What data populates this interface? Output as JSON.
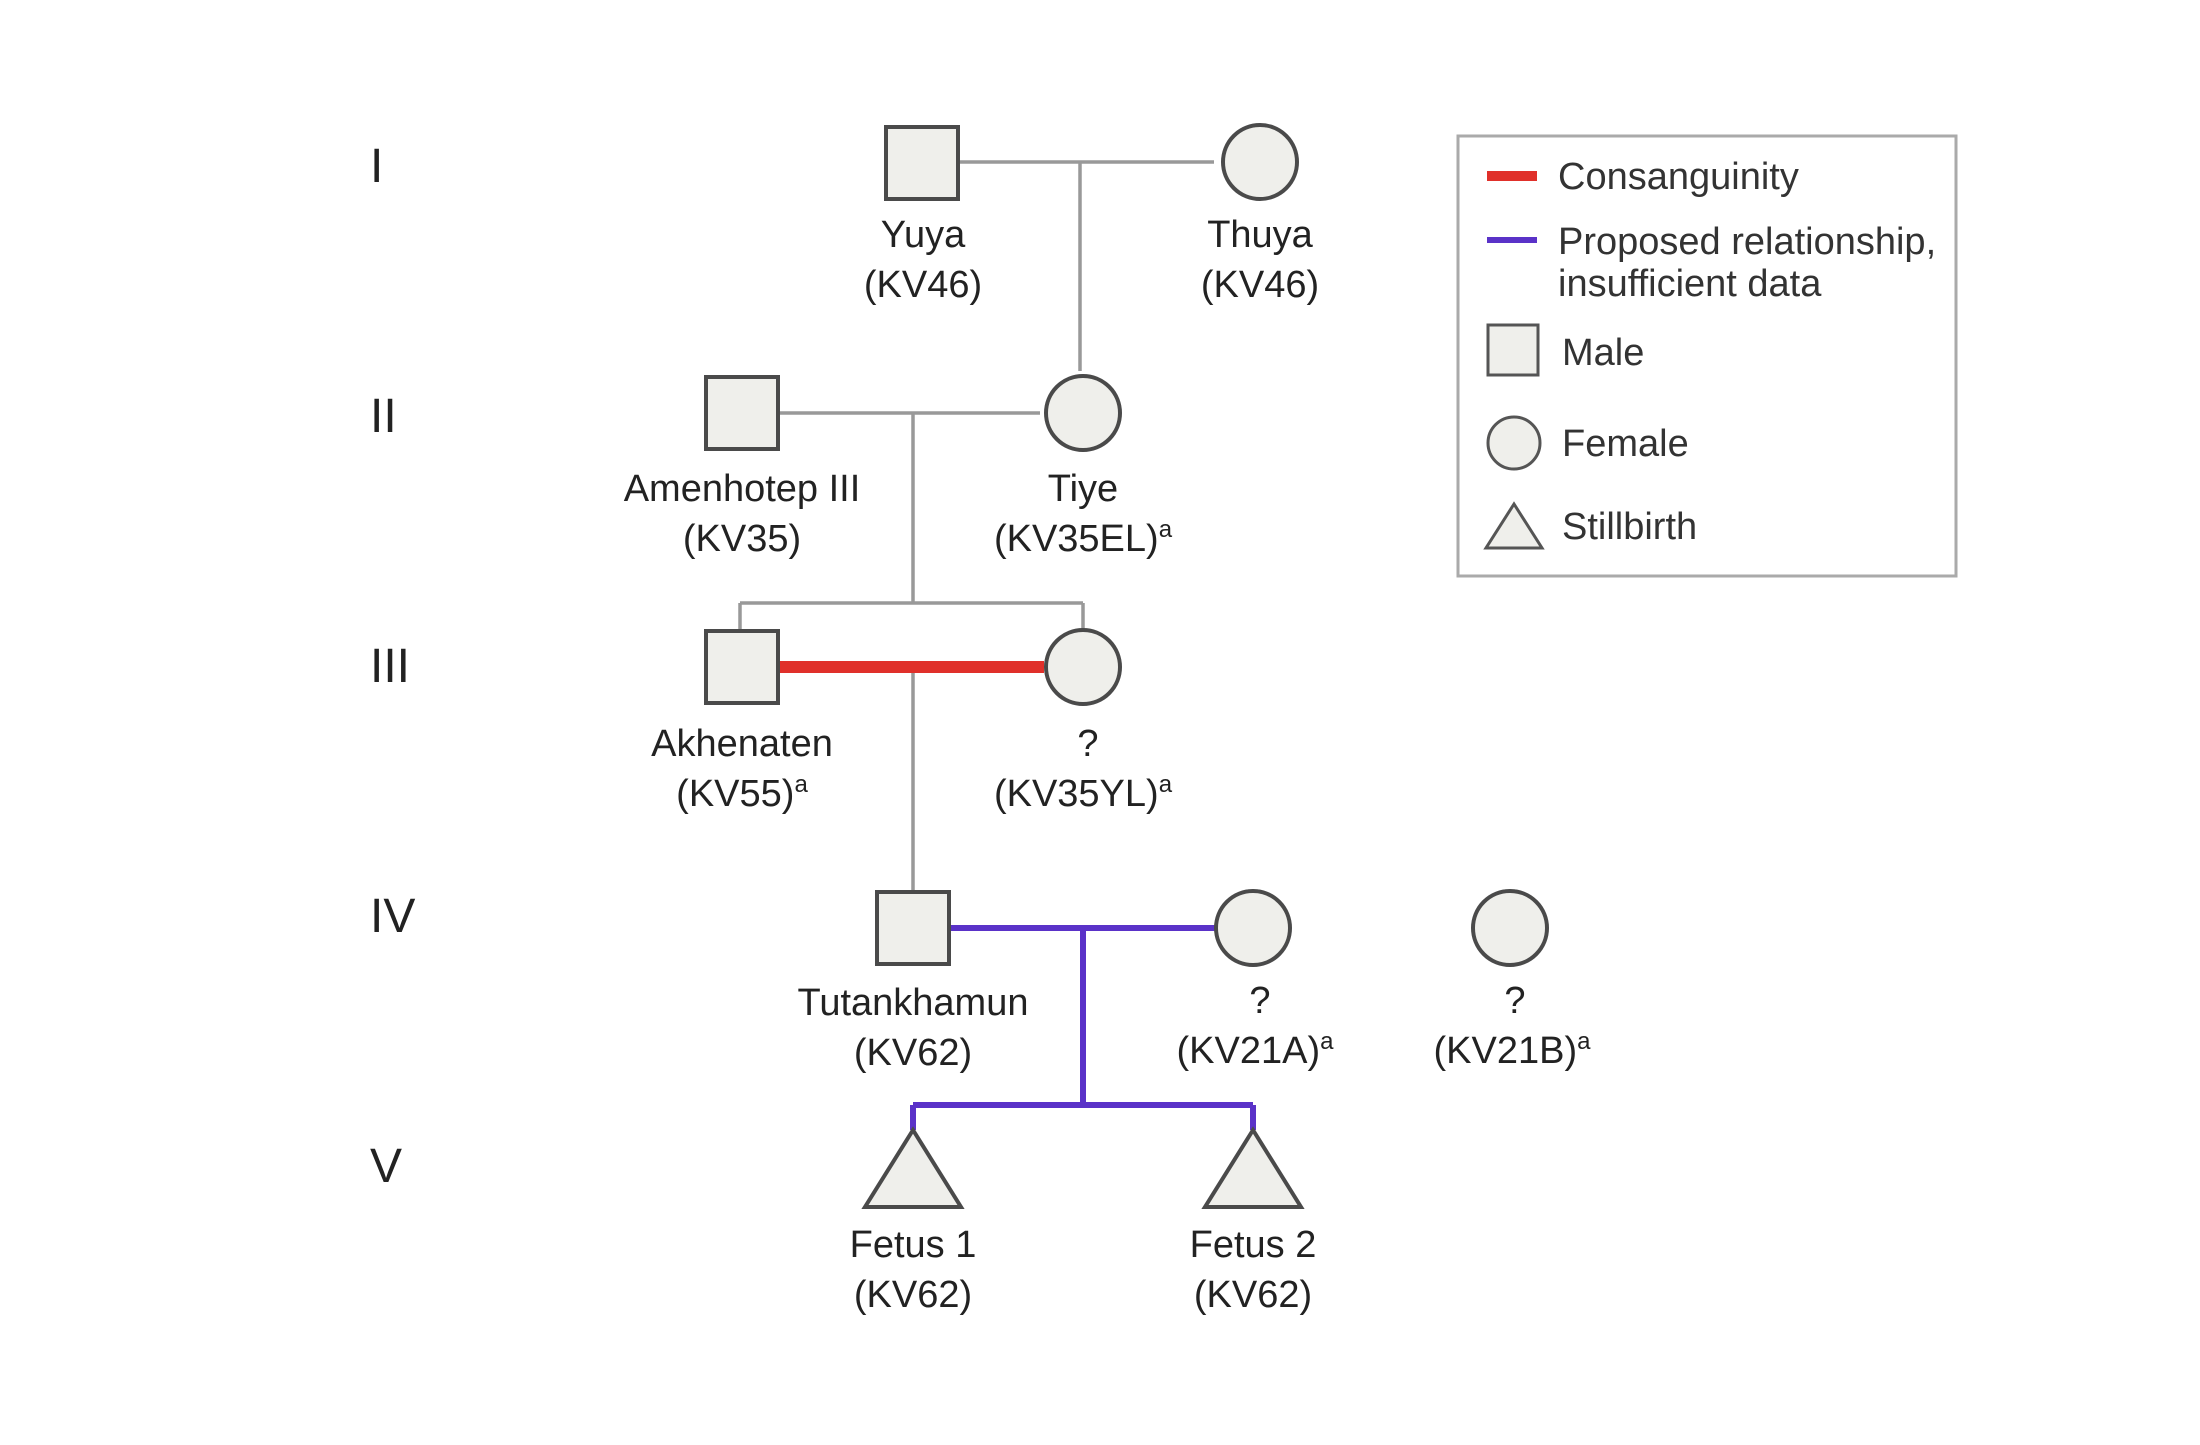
{
  "generations": [
    "I",
    "II",
    "III",
    "IV",
    "V"
  ],
  "individuals": {
    "yuya": {
      "name": "Yuya",
      "tomb": "(KV46)",
      "sup": ""
    },
    "thuya": {
      "name": "Thuya",
      "tomb": "(KV46)",
      "sup": ""
    },
    "amenhotep": {
      "name": "Amenhotep III",
      "tomb": "(KV35)",
      "sup": ""
    },
    "tiye": {
      "name": "Tiye",
      "tomb": "(KV35EL)",
      "sup": "a"
    },
    "akhenaten": {
      "name": "Akhenaten",
      "tomb": "(KV55)",
      "sup": "a"
    },
    "kv35yl": {
      "name": "?",
      "tomb": "(KV35YL)",
      "sup": "a"
    },
    "tutankhamun": {
      "name": "Tutankhamun",
      "tomb": "(KV62)",
      "sup": ""
    },
    "kv21a": {
      "name": "?",
      "tomb": "(KV21A)",
      "sup": "a"
    },
    "kv21b": {
      "name": "?",
      "tomb": "(KV21B)",
      "sup": "a"
    },
    "fetus1": {
      "name": "Fetus 1",
      "tomb": "(KV62)",
      "sup": ""
    },
    "fetus2": {
      "name": "Fetus 2",
      "tomb": "(KV62)",
      "sup": ""
    }
  },
  "legend": {
    "consanguinity": "Consanguinity",
    "proposed_line1": "Proposed relationship,",
    "proposed_line2": "insufficient data",
    "male": "Male",
    "female": "Female",
    "stillbirth": "Stillbirth"
  },
  "colors": {
    "consanguinity": "#e0302a",
    "proposed": "#5a32c8",
    "shape_fill": "#efefeb",
    "shape_stroke": "#4a4a4a",
    "line": "#999999"
  }
}
